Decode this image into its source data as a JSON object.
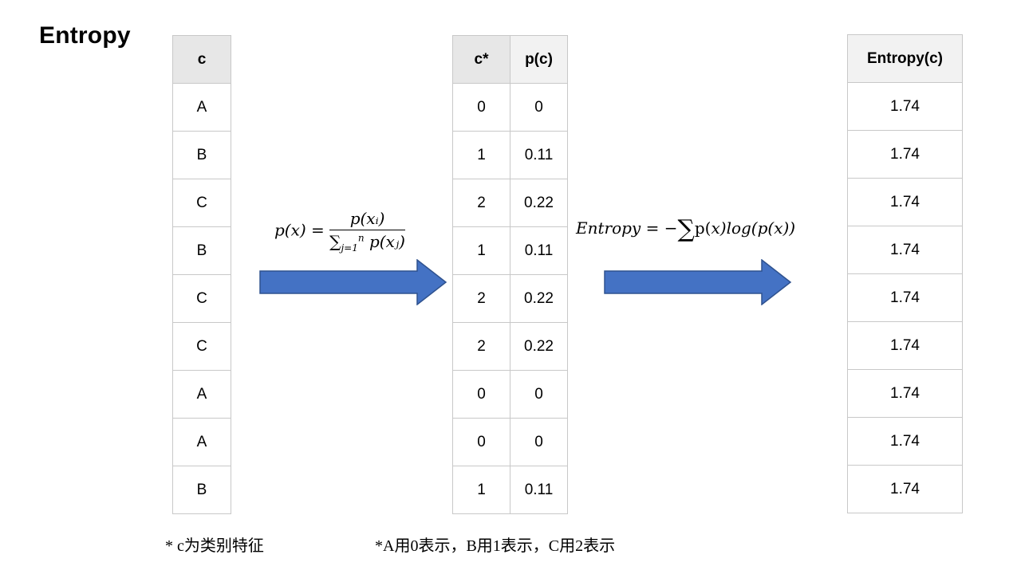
{
  "title": "Entropy",
  "table_c": {
    "header": "c",
    "rows": [
      "A",
      "B",
      "C",
      "B",
      "C",
      "C",
      "A",
      "A",
      "B"
    ]
  },
  "table_cp": {
    "headers": [
      "c*",
      "p(c)"
    ],
    "rows": [
      [
        "0",
        "0"
      ],
      [
        "1",
        "0.11"
      ],
      [
        "2",
        "0.22"
      ],
      [
        "1",
        "0.11"
      ],
      [
        "2",
        "0.22"
      ],
      [
        "2",
        "0.22"
      ],
      [
        "0",
        "0"
      ],
      [
        "0",
        "0"
      ],
      [
        "1",
        "0.11"
      ]
    ]
  },
  "table_entropy": {
    "header": "Entropy(c)",
    "rows": [
      "1.74",
      "1.74",
      "1.74",
      "1.74",
      "1.74",
      "1.74",
      "1.74",
      "1.74",
      "1.74"
    ]
  },
  "formula1": {
    "lhs": "p(x) =",
    "numerator": "p(xᵢ)",
    "den_sum": "∑",
    "den_sub": "j=1",
    "den_sup": "n",
    "den_term": "p(xⱼ)"
  },
  "formula2": {
    "lhs": "Entropy = −",
    "sum": "∑",
    "term_upright": "p(",
    "term_x": "x",
    "term_rest": ")log(p(x))"
  },
  "notes": {
    "left": "*  c为类别特征",
    "right": "*A用0表示，B用1表示，C用2表示"
  },
  "colors": {
    "arrow_fill": "#4472c4",
    "arrow_stroke": "#2f528f",
    "header_bg": "#e7e7e7",
    "grid_line": "#c8c8c8"
  }
}
